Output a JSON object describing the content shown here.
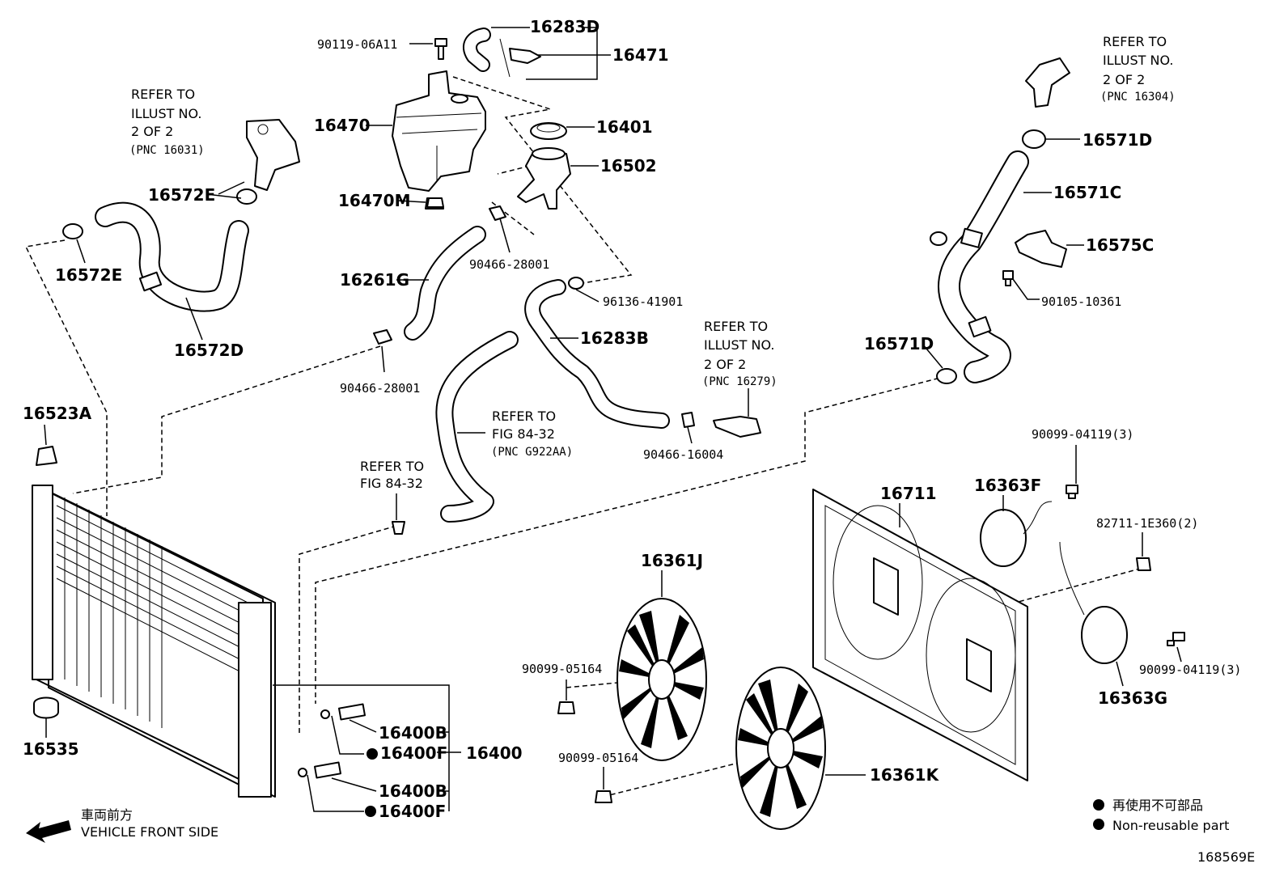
{
  "diagram": {
    "part_numbers": {
      "p90119": "90119-06A11",
      "p16283D": "16283D",
      "p16471": "16471",
      "p16470": "16470",
      "p16401": "16401",
      "p16502": "16502",
      "p16470M": "16470M",
      "p16572E_a": "16572E",
      "p16572E_b": "16572E",
      "p16572D": "16572D",
      "p16261G": "16261G",
      "p90466_a": "90466-28001",
      "p90466_b": "90466-28001",
      "p96136": "96136-41901",
      "p16283B": "16283B",
      "p90466_16004": "90466-16004",
      "p16571D_a": "16571D",
      "p16571C": "16571C",
      "p16575C": "16575C",
      "p90105": "90105-10361",
      "p16571D_b": "16571D",
      "p16523A": "16523A",
      "p16535": "16535",
      "p16400B_a": "16400B",
      "p16400F_a": "16400F",
      "p16400": "16400",
      "p16400B_b": "16400B",
      "p16400F_b": "16400F",
      "p16711": "16711",
      "p16363F": "16363F",
      "p90099_04119_a": "90099-04119(3)",
      "p82711": "82711-1E360(2)",
      "p16361J": "16361J",
      "p90099_05164_a": "90099-05164",
      "p90099_05164_b": "90099-05164",
      "p16361K": "16361K",
      "p90099_04119_b": "90099-04119(3)",
      "p16363G": "16363G"
    },
    "refs": {
      "r16031": [
        "REFER TO",
        "ILLUST NO.",
        "2 OF 2",
        "(PNC 16031)"
      ],
      "r16304": [
        "REFER TO",
        "ILLUST NO.",
        "2 OF 2",
        "(PNC 16304)"
      ],
      "r16279": [
        "REFER TO",
        "ILLUST NO.",
        "2 OF 2",
        "(PNC 16279)"
      ],
      "rG922": [
        "REFER TO",
        "FIG 84-32",
        "(PNC G922AA)"
      ],
      "r8432": [
        "REFER TO",
        "FIG 84-32"
      ]
    },
    "legend": {
      "jp": "再使用不可部品",
      "en": "Non-reusable part"
    },
    "direction": {
      "jp": "車両前方",
      "en": "VEHICLE FRONT SIDE"
    },
    "illustration_id": "168569E"
  }
}
